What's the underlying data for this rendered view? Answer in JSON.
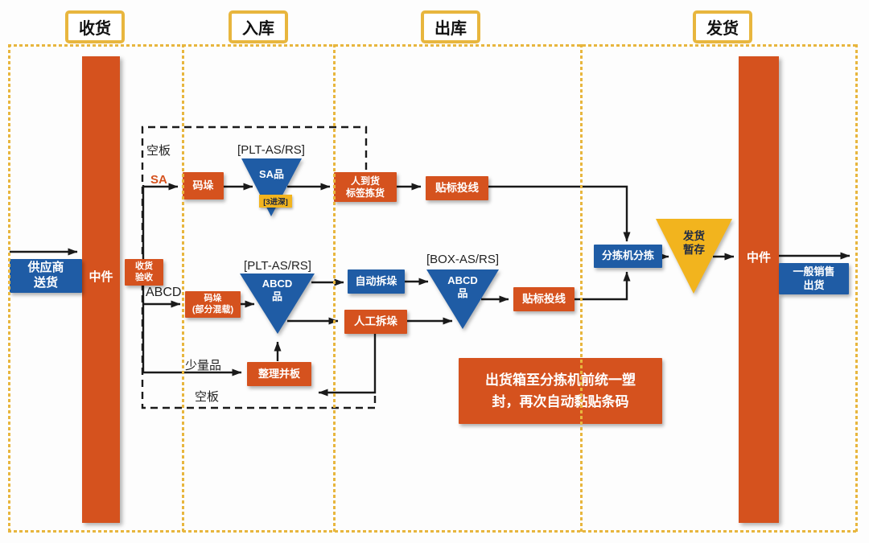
{
  "colors": {
    "orange": "#d5521e",
    "blue": "#1f5ca5",
    "yellow": "#f2b41e",
    "lane_border": "#e8b63e",
    "line": "#1a1a1a",
    "tag_text": "#16233f"
  },
  "lane_headers": {
    "receiving": "收货",
    "inbound": "入库",
    "outbound": "出库",
    "shipping": "发货"
  },
  "bars": {
    "left_label": "中件",
    "right_label": "中件"
  },
  "flow_labels": {
    "empty_pallet_top": "空板",
    "sa": "SA",
    "abcd": "ABCD",
    "small_qty": "少量品",
    "empty_pallet_bottom": "空板"
  },
  "nodes": {
    "supplier_delivery": {
      "line1": "供应商",
      "line2": "送货"
    },
    "receiving_inspection": {
      "line1": "收货",
      "line2": "验收"
    },
    "palletize_sa": {
      "label": "码垛"
    },
    "sa_rack": {
      "bracket": "[PLT-AS/RS]",
      "label": "SA品",
      "tag": "[3进深]"
    },
    "person_to_goods_pick": {
      "line1": "人到货",
      "line2": "标签拣货"
    },
    "label_line_top": {
      "label": "贴标投线"
    },
    "palletize_abcd": {
      "line1": "码垛",
      "line2": "(部分混载)"
    },
    "plt_rack": {
      "bracket": "[PLT-AS/RS]",
      "line1": "ABCD",
      "line2": "品"
    },
    "auto_depalletize": {
      "label": "自动拆垛"
    },
    "manual_depalletize": {
      "label": "人工拆垛"
    },
    "box_rack": {
      "bracket": "[BOX-AS/RS]",
      "line1": "ABCD",
      "line2": "品"
    },
    "merge_pallet": {
      "label": "整理并板"
    },
    "label_line_bottom": {
      "label": "贴标投线"
    },
    "sorter_sort": {
      "label": "分拣机分拣"
    },
    "shipping_buffer": {
      "line1": "发货",
      "line2": "暂存"
    },
    "general_sales_out": {
      "line1": "一般销售",
      "line2": "出货"
    },
    "note": {
      "line1": "出货箱至分拣机前统一塑",
      "line2": "封，再次自动黏贴条码"
    }
  }
}
